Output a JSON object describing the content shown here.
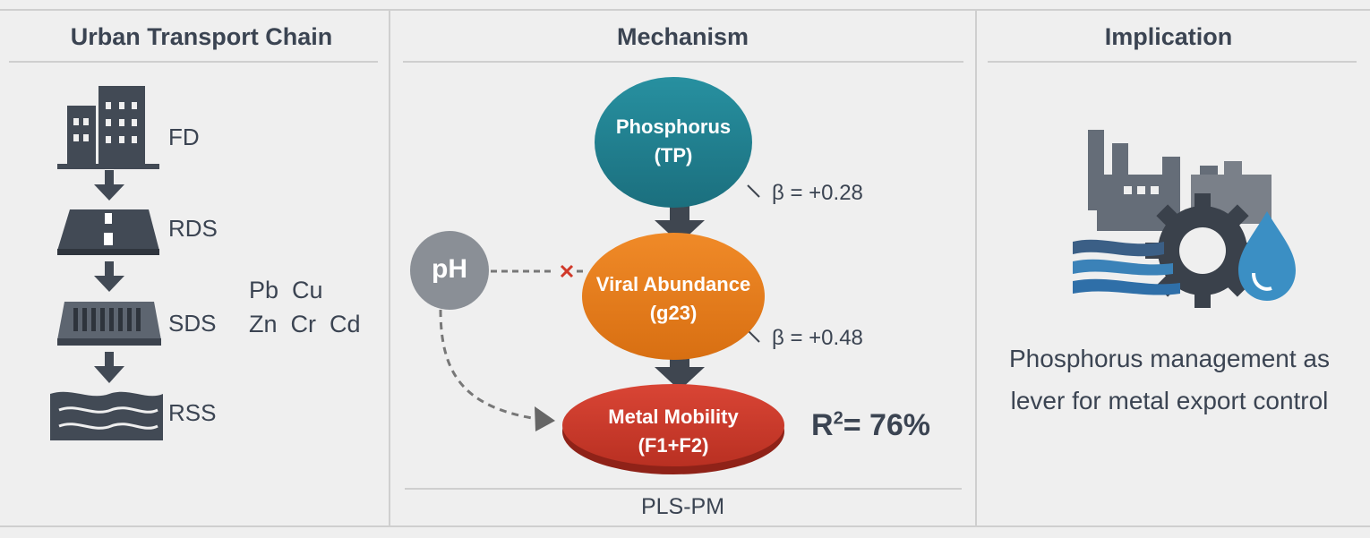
{
  "panels": {
    "left": {
      "title": "Urban Transport Chain"
    },
    "middle": {
      "title": "Mechanism",
      "footer": "PLS-PM"
    },
    "right": {
      "title": "Implication"
    }
  },
  "transport_chain": {
    "stages": [
      "FD",
      "RDS",
      "SDS",
      "RSS"
    ],
    "metals_line1": "Pb  Cu",
    "metals_line2": "Zn  Cr  Cd"
  },
  "mechanism": {
    "ph_label": "pH",
    "phosphorus": {
      "line1": "Phosphorus",
      "line2": "(TP)"
    },
    "viral": {
      "line1": "Viral Abundance",
      "line2": "(g23)"
    },
    "metal_mobility": {
      "line1": "Metal Mobility",
      "line2": "(F1+F2)"
    },
    "beta1": "β = +0.28",
    "beta2": "β = +0.48",
    "r2_base": "R",
    "r2_sup": "2",
    "r2_value": "= 76%"
  },
  "implication": {
    "text": "Phosphorus management as lever for metal export control"
  },
  "colors": {
    "teal": "#1f7f8f",
    "orange": "#e8801f",
    "red": "#cc3a2c",
    "gray_node": "#8a8f96",
    "icon_dark": "#424a55",
    "icon_gray": "#656d78",
    "water_blue": "#3b82b8"
  }
}
